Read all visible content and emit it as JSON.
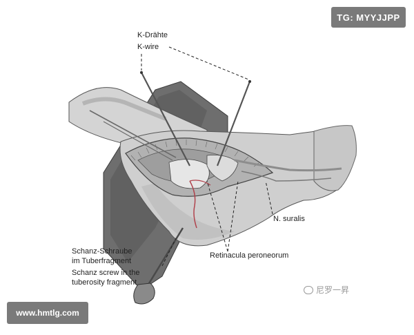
{
  "watermarks": {
    "top_right": "TG: MYYJJPP",
    "bottom_left": "www.hmtlg.com",
    "wechat_handle": "尼罗一昇"
  },
  "labels": {
    "kwire_de": "K-Drähte",
    "kwire_en": "K-wire",
    "schanz_de_line1": "Schanz-Schraube",
    "schanz_de_line2": "im Tuberfragment",
    "schanz_en_line1": "Schanz screw in the",
    "schanz_en_line2": "tuberosity fragment",
    "retinacula": "Retinacula peroneorum",
    "suralis": "N. suralis"
  },
  "icons": {
    "wechat": "wechat-icon"
  }
}
